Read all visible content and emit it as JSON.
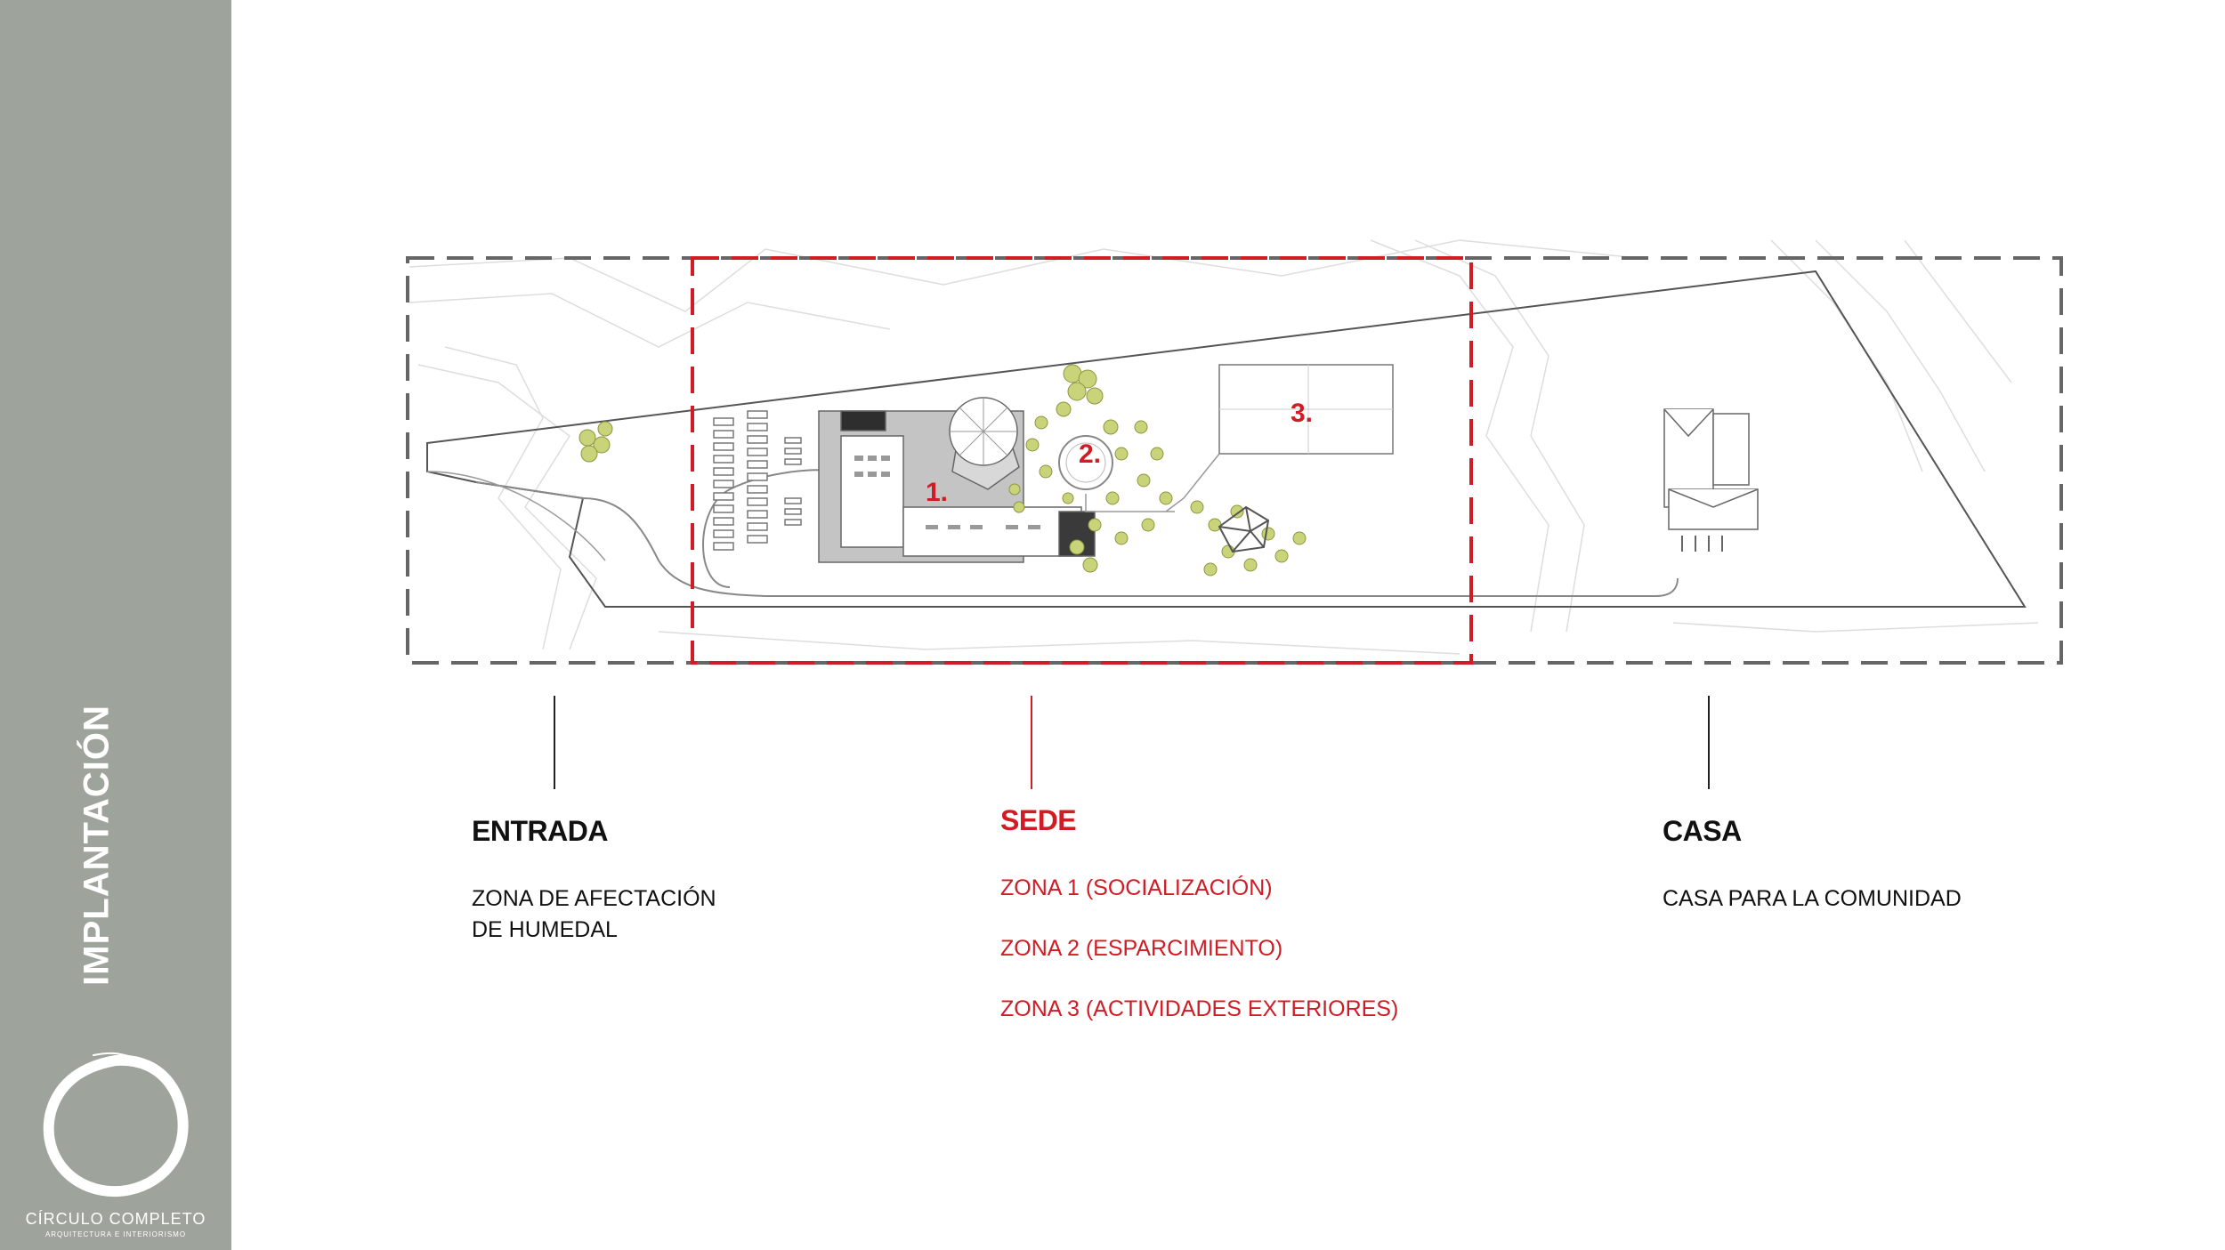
{
  "sidebar": {
    "title": "IMPLANTACIÓN",
    "logo_name": "CÍRCULO COMPLETO",
    "logo_tagline": "ARQUITECTURA E INTERIORISMO"
  },
  "colors": {
    "sidebar": "#9ea49c",
    "accent_red": "#d01c24",
    "boundary_gray": "#666666",
    "tree_green": "#c9d47a",
    "building_gray": "#b9b9b9"
  },
  "plan": {
    "labels": [
      "1.",
      "2.",
      "3."
    ]
  },
  "zones": {
    "entrada": {
      "heading": "ENTRADA",
      "lines": [
        "ZONA DE AFECTACIÓN",
        "DE HUMEDAL"
      ]
    },
    "sede": {
      "heading": "SEDE",
      "items": [
        "ZONA 1 (SOCIALIZACIÓN)",
        "ZONA 2 (ESPARCIMIENTO)",
        "ZONA 3 (ACTIVIDADES EXTERIORES)"
      ]
    },
    "casa": {
      "heading": "CASA",
      "lines": [
        "CASA PARA LA COMUNIDAD"
      ]
    }
  }
}
